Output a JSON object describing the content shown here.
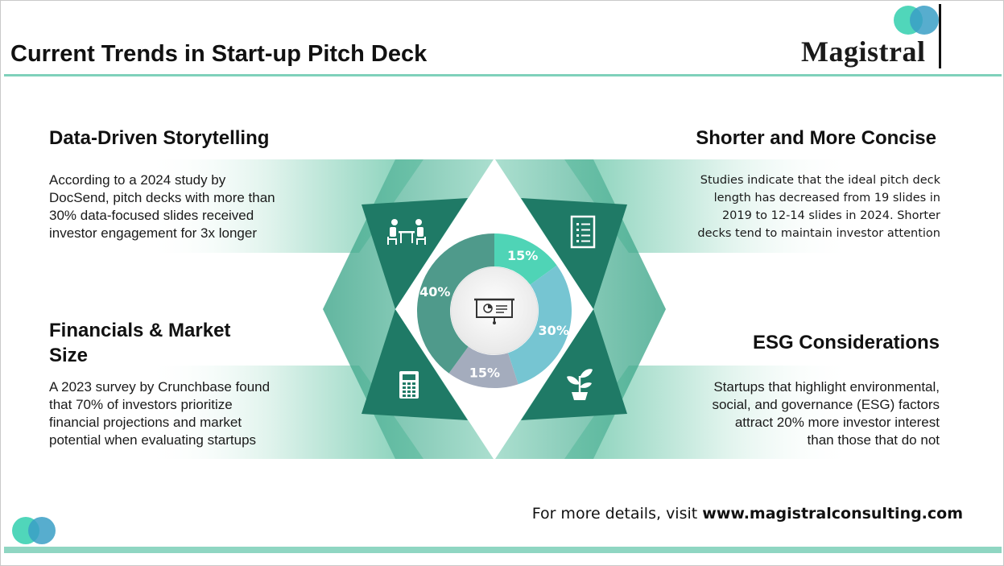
{
  "title": "Current Trends in Start-up Pitch Deck",
  "logo": {
    "name": "Magistral"
  },
  "sections": [
    {
      "heading": "Data-Driven Storytelling",
      "body": [
        "According to a 2024 study by",
        "DocSend, pitch decks with more than",
        "30% data-focused slides received",
        "investor engagement for 3x longer"
      ],
      "icon": "meeting-people-icon"
    },
    {
      "heading": "Shorter and More Concise",
      "body": [
        "Studies indicate that the ideal pitch deck",
        "length has decreased from 19 slides in",
        "2019 to 12-14 slides in 2024. Shorter",
        "decks tend to maintain investor attention"
      ],
      "icon": "document-list-icon"
    },
    {
      "heading_lines": [
        "Financials & Market",
        "Size"
      ],
      "body": [
        "A 2023 survey by Crunchbase found",
        "that 70% of investors prioritize",
        "financial projections and market",
        "potential when evaluating startups"
      ],
      "icon": "calculator-icon"
    },
    {
      "heading": "ESG Considerations",
      "body": [
        "Startups that highlight environmental,",
        "social, and governance (ESG) factors",
        "attract 20% more investor interest",
        "than those that do not"
      ],
      "icon": "plant-sprout-icon"
    }
  ],
  "donut": {
    "center_icon": "presentation-board-icon",
    "segments": [
      {
        "label": "15%",
        "value": 15,
        "color": "#4fd4b6"
      },
      {
        "label": "30%",
        "value": 30,
        "color": "#76c5d2"
      },
      {
        "label": "15%",
        "value": 15,
        "color": "#a4acbd"
      },
      {
        "label": "40%",
        "value": 40,
        "color": "#4f9a8b"
      }
    ]
  },
  "colors": {
    "accent": "#7fd1bb",
    "dark_green": "#1f7a66",
    "mid_green": "#3aa887"
  },
  "footer": {
    "prefix": "For more details, visit ",
    "url": "www.magistralconsulting.com"
  }
}
